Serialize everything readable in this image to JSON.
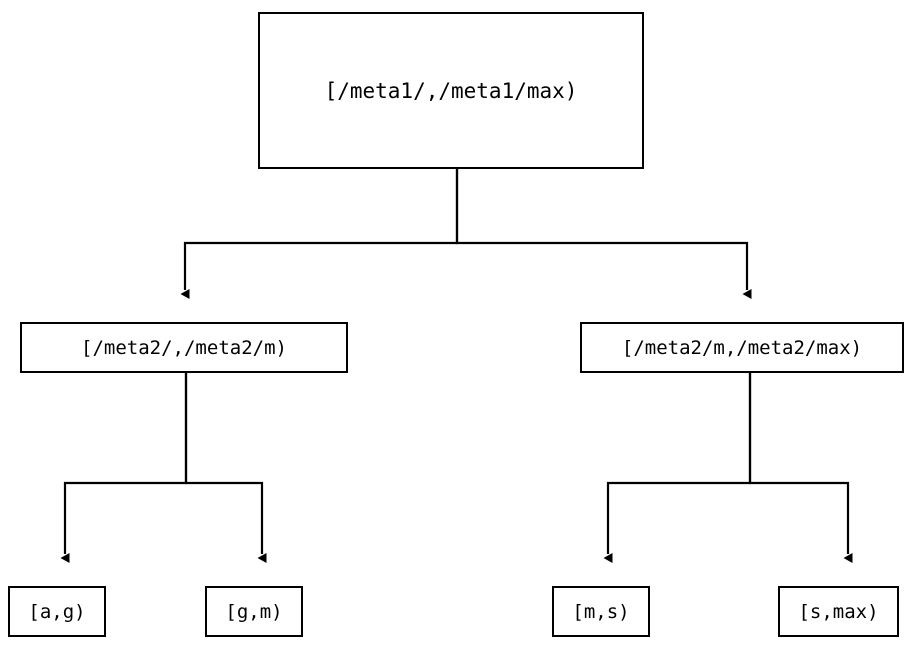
{
  "diagram": {
    "type": "tree",
    "title": "",
    "background_color": "#ffffff",
    "line_color": "#000000",
    "text_color": "#000000",
    "nodes": {
      "root": {
        "label": "[/meta1/,/meta1/max)"
      },
      "mid_left": {
        "label": "[/meta2/,/meta2/m)"
      },
      "mid_right": {
        "label": "[/meta2/m,/meta2/max)"
      },
      "leaf_ag": {
        "label": "[a,g)"
      },
      "leaf_gm": {
        "label": "[g,m)"
      },
      "leaf_ms": {
        "label": "[m,s)"
      },
      "leaf_smax": {
        "label": "[s,max)"
      }
    },
    "edges": [
      {
        "from": "root",
        "to": "mid_left"
      },
      {
        "from": "root",
        "to": "mid_right"
      },
      {
        "from": "mid_left",
        "to": "leaf_ag"
      },
      {
        "from": "mid_left",
        "to": "leaf_gm"
      },
      {
        "from": "mid_right",
        "to": "leaf_ms"
      },
      {
        "from": "mid_right",
        "to": "leaf_smax"
      }
    ]
  }
}
